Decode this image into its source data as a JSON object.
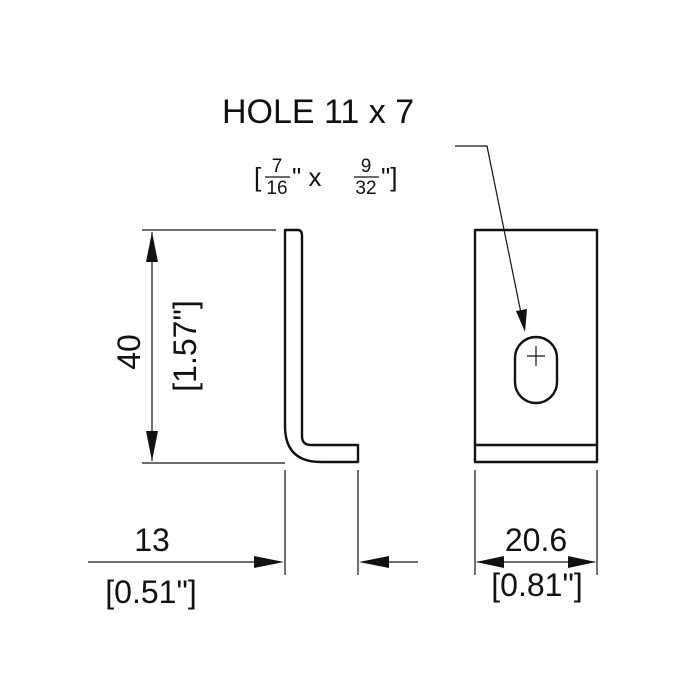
{
  "callout": {
    "title": "HOLE 11 x 7",
    "imperial_open": "[",
    "frac1_num": "7",
    "frac1_den": "16",
    "inch_x": "\" x",
    "frac2_num": "9",
    "frac2_den": "32",
    "imperial_close": "\"]"
  },
  "height_dim": {
    "metric": "40",
    "imperial": "[1.57\"]"
  },
  "leg_dim": {
    "metric": "13",
    "imperial": "[0.51\"]"
  },
  "width_dim": {
    "metric": "20.6",
    "imperial": "[0.81\"]"
  }
}
